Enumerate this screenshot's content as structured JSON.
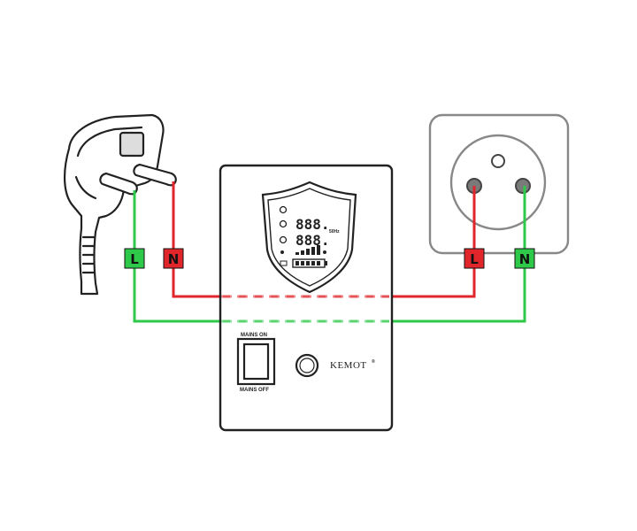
{
  "colors": {
    "live": "#e0262b",
    "neutral": "#2fc94a",
    "outline": "#222222",
    "label_text": "#111111"
  },
  "plug": {
    "label_l": "L",
    "label_n": "N"
  },
  "socket": {
    "label_l": "L",
    "label_n": "N"
  },
  "device": {
    "display": {
      "digits_top": "888.",
      "digits_bottom": "888.",
      "freq_unit": "50Hz"
    },
    "switch_top_label": "MAINS ON",
    "switch_bottom_label": "MAINS OFF",
    "brand": "KEMOT"
  }
}
